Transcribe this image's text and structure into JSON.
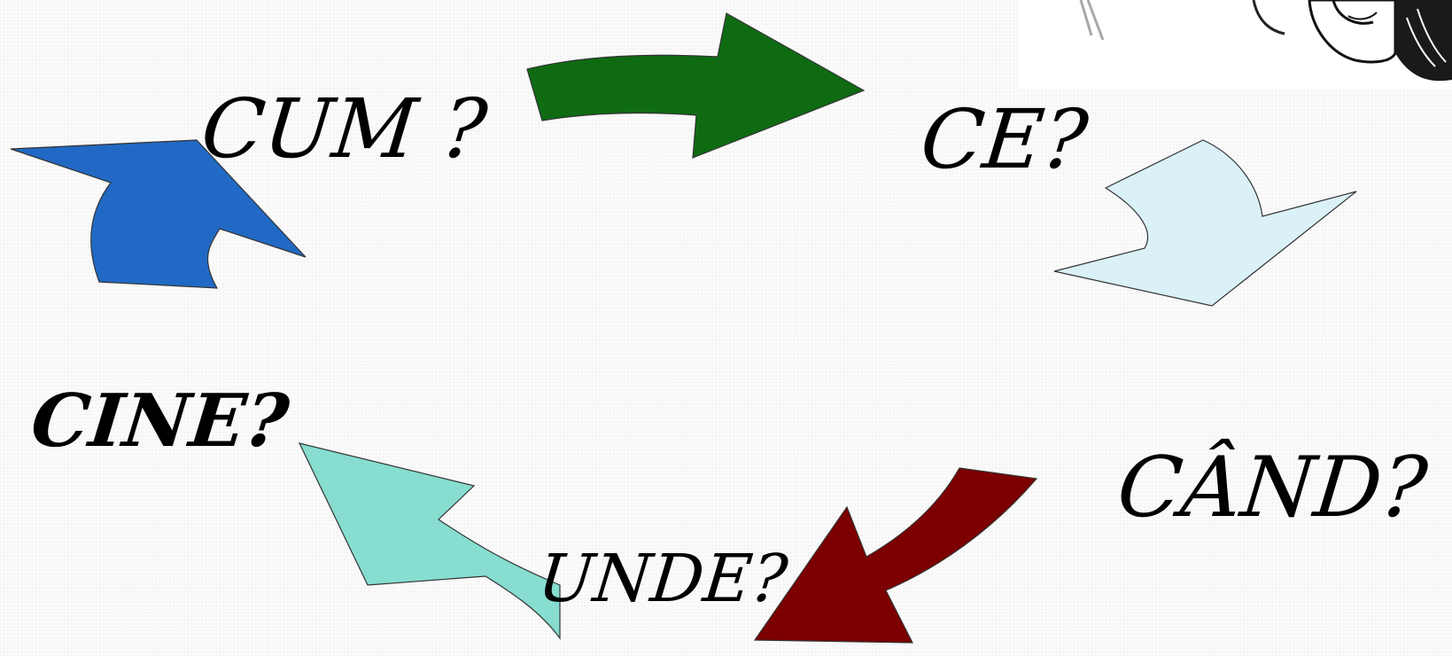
{
  "diagram": {
    "words": {
      "cum": "CUM ?",
      "ce": "CE?",
      "cine": "CINE?",
      "cand": "CÂND?",
      "unde": "UNDE?"
    },
    "arrow_colors": {
      "green": "#0e6b12",
      "light_blue": "#d9f1f7",
      "dark_red": "#7d0000",
      "teal": "#86ddd0",
      "blue": "#2169c4"
    }
  }
}
